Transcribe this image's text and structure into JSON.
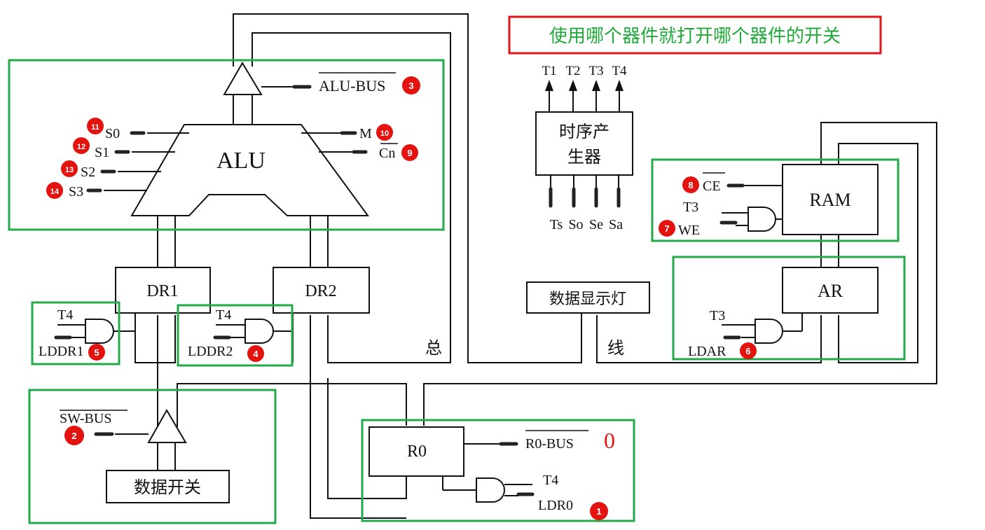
{
  "note": {
    "text": "使用哪个器件就打开哪个器件的开关",
    "border_color": "#e0141b",
    "text_color": "#1faa3a"
  },
  "alu": {
    "label": "ALU",
    "bus_signal": "ALU-BUS",
    "bus_badge": "3",
    "select_pins": [
      {
        "label": "S0",
        "badge": "11"
      },
      {
        "label": "S1",
        "badge": "12"
      },
      {
        "label": "S2",
        "badge": "13"
      },
      {
        "label": "S3",
        "badge": "14"
      }
    ],
    "mode_pin": {
      "label": "M",
      "badge": "10"
    },
    "carry_pin": {
      "label": "Cn",
      "badge": "9"
    }
  },
  "timing": {
    "label_line1": "时序产",
    "label_line2": "生器",
    "outputs": [
      "T1",
      "T2",
      "T3",
      "T4"
    ],
    "inputs": [
      "Ts",
      "So",
      "Se",
      "Sa"
    ]
  },
  "ram": {
    "label": "RAM",
    "ce_label": "CE",
    "ce_badge": "8",
    "t_label": "T3",
    "we_label": "WE",
    "we_badge": "7"
  },
  "ar": {
    "label": "AR",
    "t_label": "T3",
    "ld_label": "LDAR",
    "ld_badge": "6"
  },
  "dr1": {
    "label": "DR1",
    "t_label": "T4",
    "ld_label": "LDDR1",
    "ld_badge": "5"
  },
  "dr2": {
    "label": "DR2",
    "t_label": "T4",
    "ld_label": "LDDR2",
    "ld_badge": "4"
  },
  "display": {
    "label": "数据显示灯"
  },
  "bus_text": {
    "char1": "总",
    "char2": "线"
  },
  "switch": {
    "label": "数据开关",
    "bus_signal": "SW-BUS",
    "badge": "2"
  },
  "r0": {
    "label": "R0",
    "bus_signal": "R0-BUS",
    "bus_mark": "0",
    "t_label": "T4",
    "ld_label": "LDR0",
    "ld_badge": "1"
  },
  "colors": {
    "badge": "#e3140f",
    "group_border": "#22a94a",
    "wire": "#111111"
  }
}
